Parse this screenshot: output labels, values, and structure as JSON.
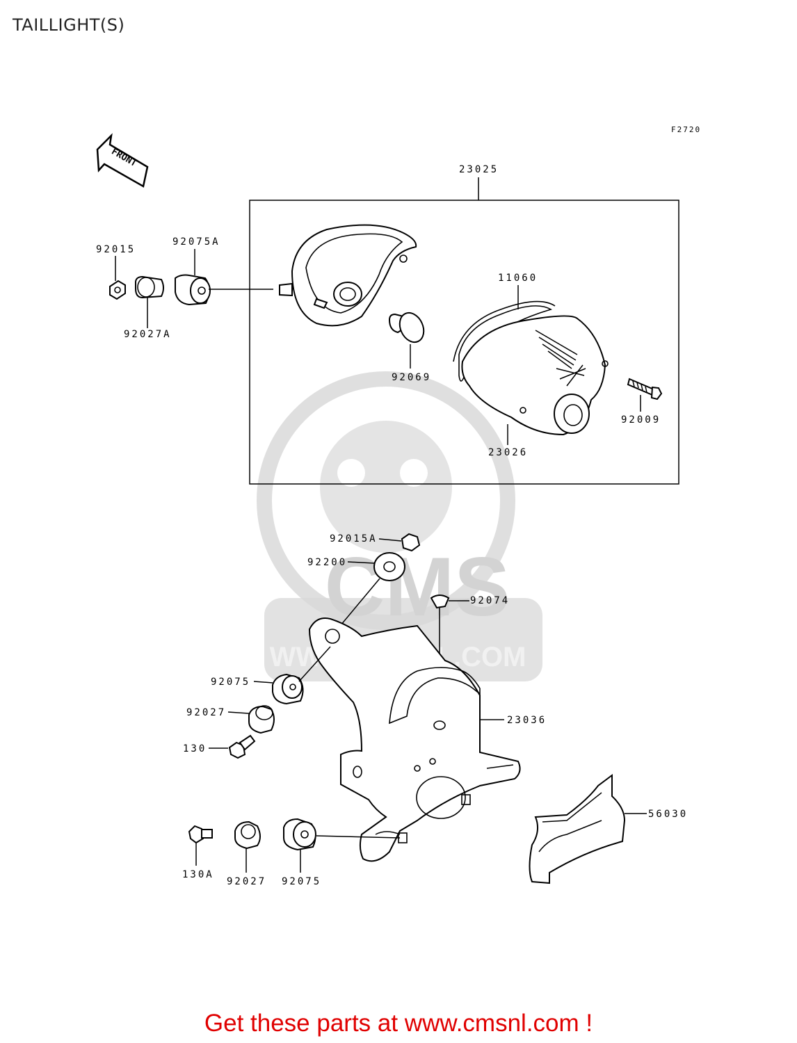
{
  "title": "TAILLIGHT(S)",
  "figure_code": "F2720",
  "front_label": "FRONT",
  "watermark": {
    "brand": "CMS",
    "url": "WWW.CMSNL.COM"
  },
  "parts": {
    "p23025": "23025",
    "p92015": "92015",
    "p92075A": "92075A",
    "p92027A": "92027A",
    "p11060": "11060",
    "p92069": "92069",
    "p92009": "92009",
    "p23026": "23026",
    "p92015A": "92015A",
    "p92200": "92200",
    "p92074": "92074",
    "p92075_upper": "92075",
    "p92027_upper": "92027",
    "p130": "130",
    "p23036": "23036",
    "p56030": "56030",
    "p130A": "130A",
    "p92027_lower": "92027",
    "p92075_lower": "92075"
  },
  "footer": "Get these parts at www.cmsnl.com !"
}
